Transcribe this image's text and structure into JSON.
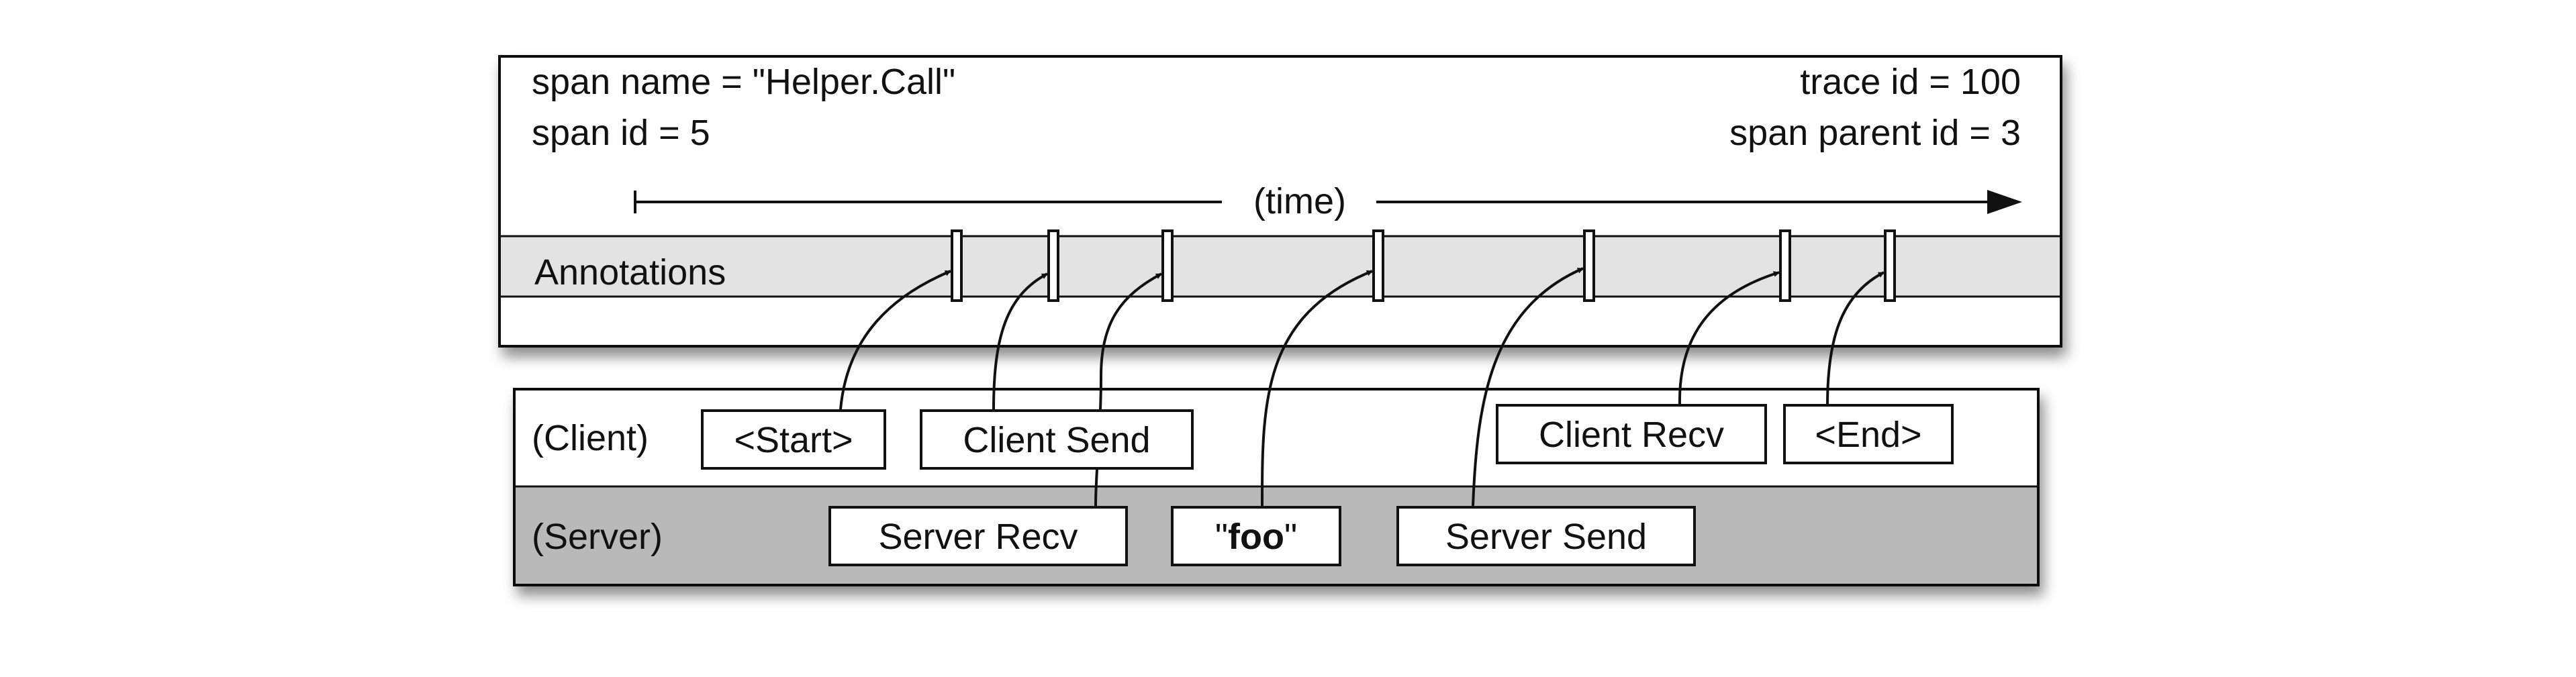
{
  "span": {
    "name_line": "span name = \"Helper.Call\"",
    "id_line": "span id = 5",
    "trace_line": "trace id = 100",
    "parent_line": "span parent id = 3"
  },
  "time_label": "(time)",
  "annotations_label": "Annotations",
  "client": {
    "row_label": "(Client)",
    "events": {
      "start": "<Start>",
      "send": "Client Send",
      "recv": "Client Recv",
      "end": "<End>"
    }
  },
  "server": {
    "row_label": "(Server)",
    "events": {
      "recv": "Server Recv",
      "foo_open": "\"",
      "foo_bold": "foo",
      "foo_close": "\"",
      "send": "Server Send"
    }
  },
  "colors": {
    "annotation_band": "#e3e3e3",
    "server_band": "#b9b9b9",
    "stroke": "#111111",
    "shadow": "#9a9a9a"
  }
}
